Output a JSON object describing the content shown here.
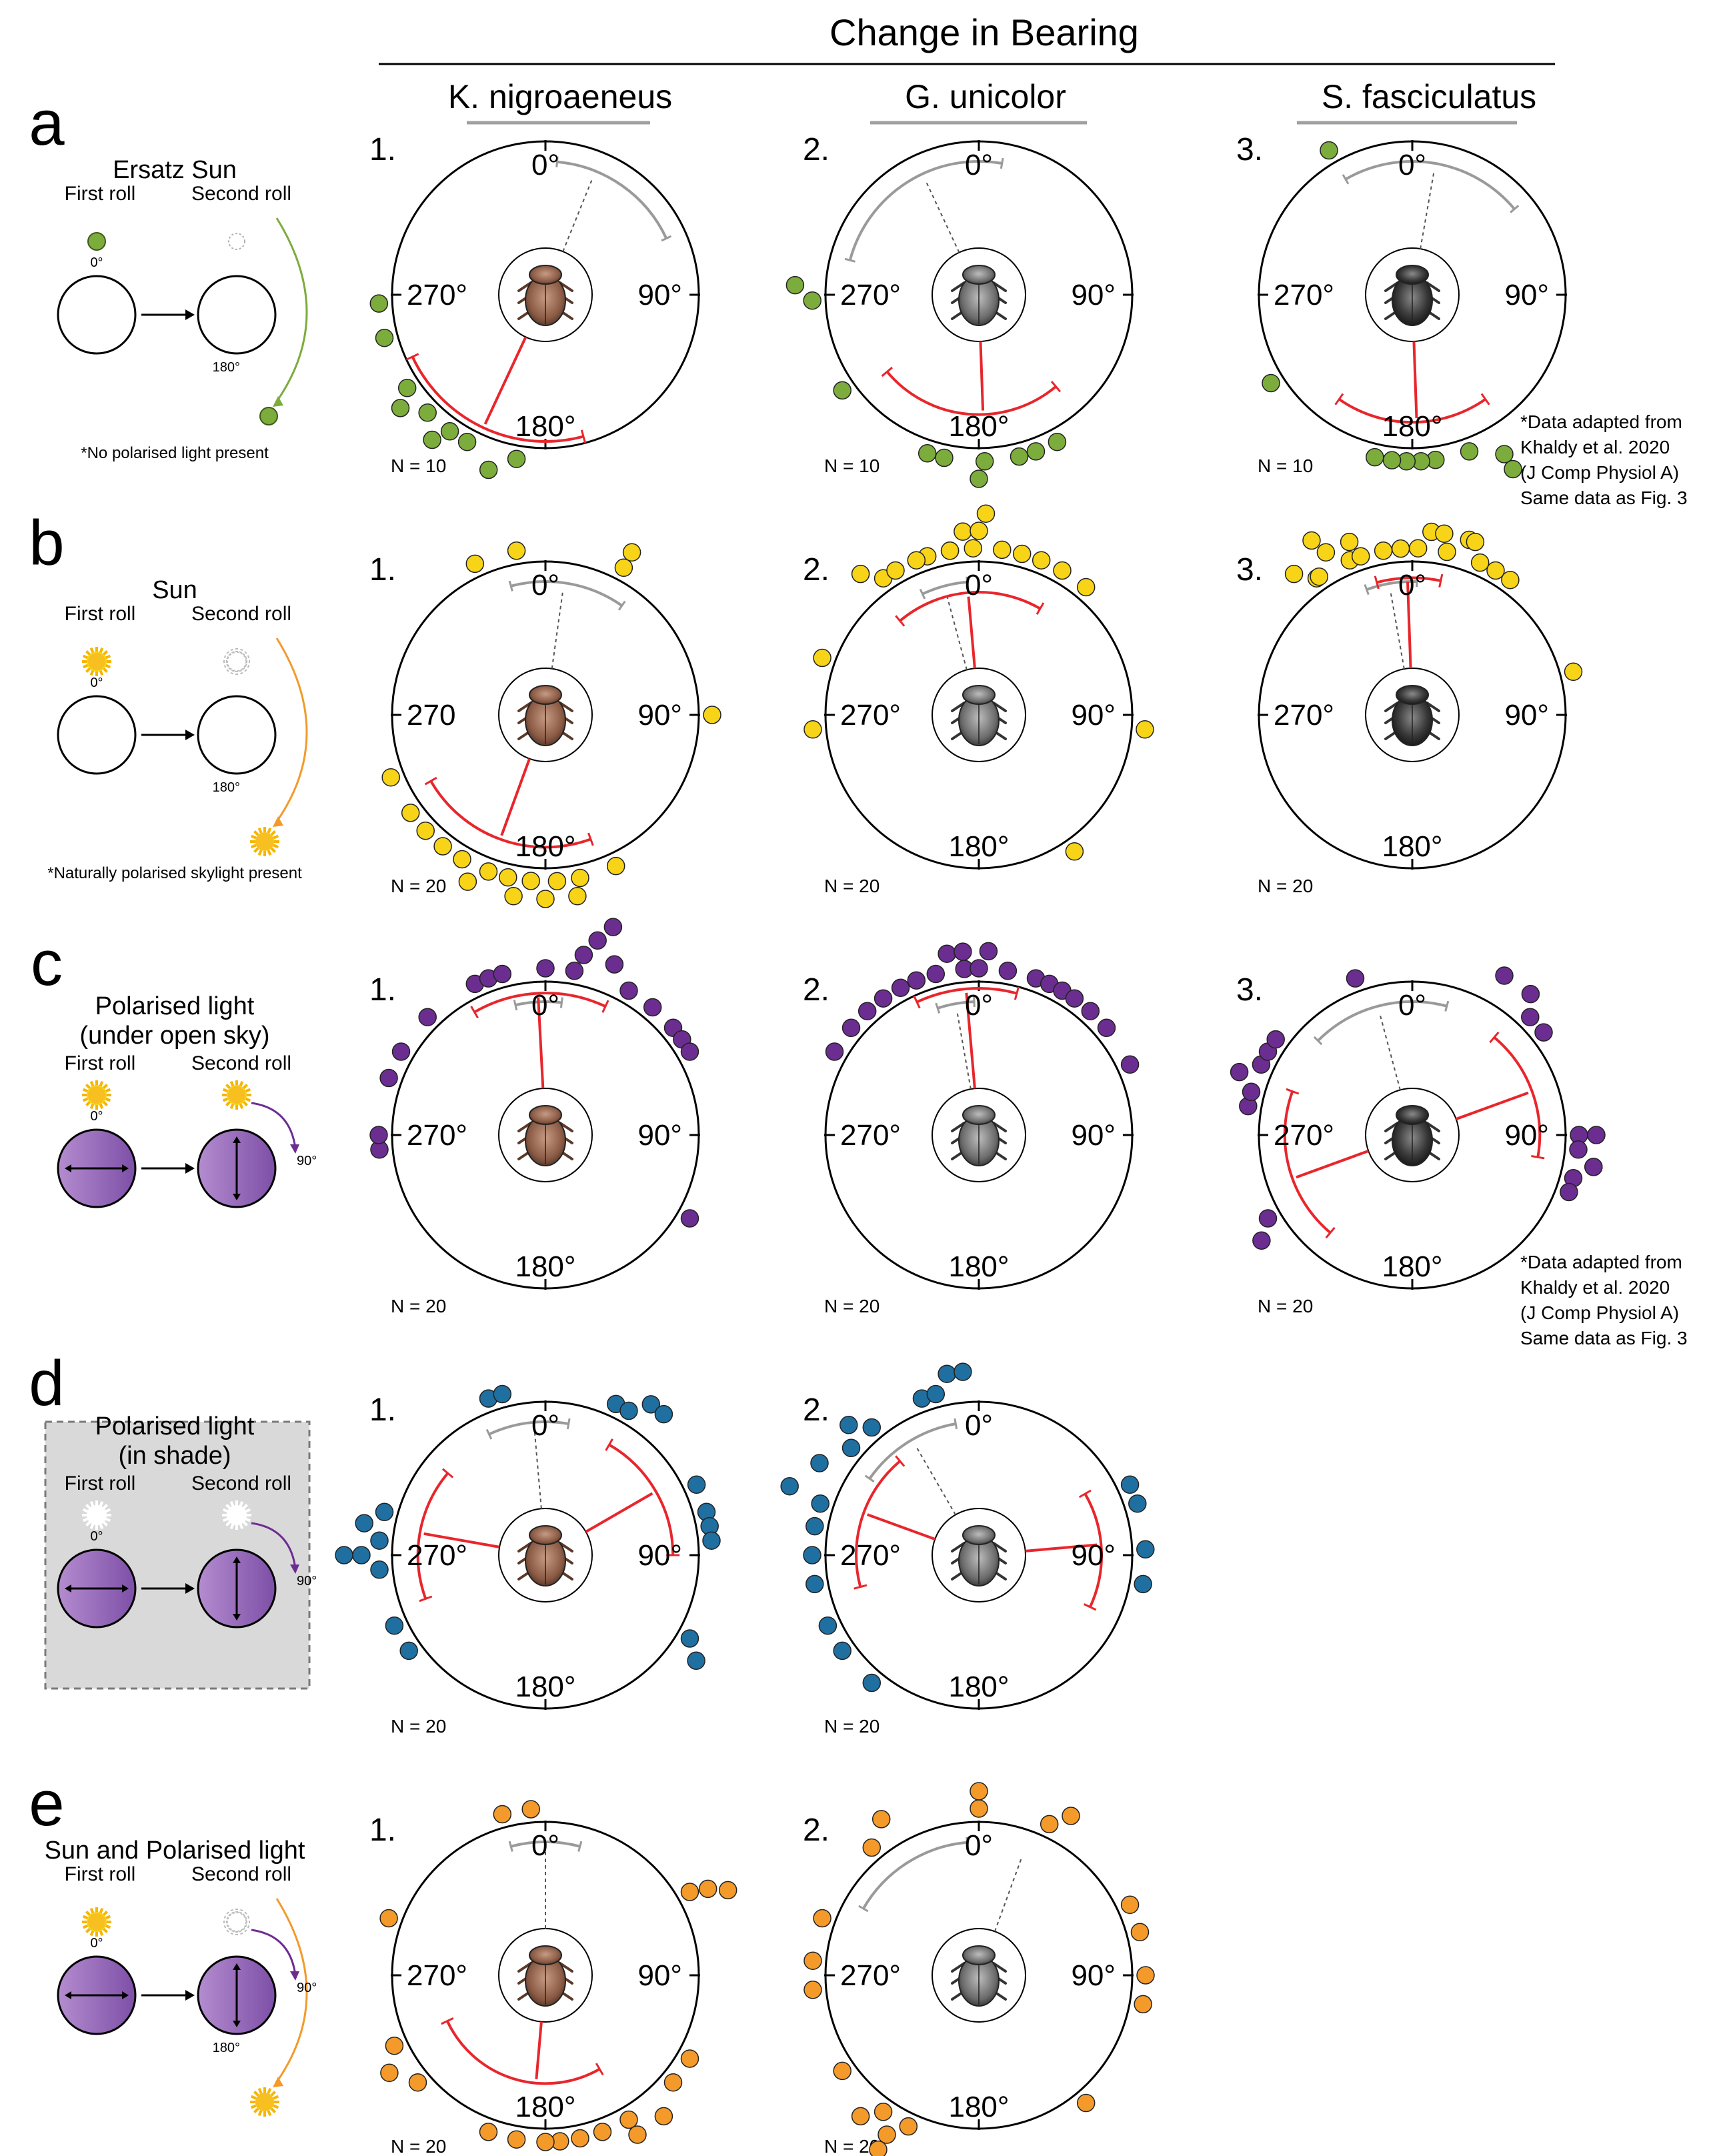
{
  "header": {
    "title": "Change in Bearing"
  },
  "columns": [
    "K. nigroaeneus",
    "G. unicolor",
    "S. fasciculatus"
  ],
  "rows": [
    {
      "label": "a",
      "condition": {
        "title": [
          "Ersatz Sun"
        ],
        "first_roll": "First roll",
        "second_roll": "Second roll",
        "zero": "0°",
        "end_labels": [
          "180°"
        ],
        "note": "*No polarised light present",
        "first_icon": "green-dot-icon",
        "second_icon": "green-dot-icon",
        "polarised": false,
        "shaded": false
      },
      "note": [
        "*Data adapted from",
        "Khaldy et al. 2020",
        "(J Comp Physiol A)",
        "Same data as Fig. 3"
      ]
    },
    {
      "label": "b",
      "condition": {
        "title": [
          "Sun"
        ],
        "first_roll": "First roll",
        "second_roll": "Second roll",
        "zero": "0°",
        "end_labels": [
          "180°"
        ],
        "note": "*Naturally polarised skylight present",
        "first_icon": "sun-icon",
        "second_icon": "sun-icon",
        "polarised": false,
        "shaded": false
      }
    },
    {
      "label": "c",
      "condition": {
        "title": [
          "Polarised light",
          "(under open sky)"
        ],
        "first_roll": "First roll",
        "second_roll": "Second roll",
        "zero": "0°",
        "end_labels": [
          "90°"
        ],
        "first_icon": "sun-icon",
        "second_icon": "sun-icon",
        "polarised": true,
        "shaded": false
      },
      "note": [
        "*Data adapted from",
        "Khaldy et al. 2020",
        "(J Comp Physiol A)",
        "Same data as Fig. 3"
      ]
    },
    {
      "label": "d",
      "condition": {
        "title": [
          "Polarised light",
          "(in shade)"
        ],
        "first_roll": "First roll",
        "second_roll": "Second roll",
        "zero": "0°",
        "end_labels": [
          "90°"
        ],
        "first_icon": "cloud-sun-icon",
        "second_icon": "cloud-sun-icon",
        "polarised": true,
        "shaded": true
      }
    },
    {
      "label": "e",
      "condition": {
        "title": [
          "Sun and Polarised light"
        ],
        "first_roll": "First roll",
        "second_roll": "Second roll",
        "zero": "0°",
        "end_labels": [
          "90°",
          "180°"
        ],
        "first_icon": "sun-icon",
        "second_icon": "sun-icon",
        "polarised": true,
        "shaded": false
      }
    }
  ],
  "colors": {
    "a": "#7cac3b",
    "b": "#f7d417",
    "c": "#6c2d91",
    "d": "#1f6fa1",
    "e": "#f39a2b",
    "mean": "#e8262c",
    "control": "#9a9a9a"
  },
  "chart_data": [
    {
      "type": "scatter",
      "row": "a",
      "species": "K. nigroaeneus",
      "panel": "1.",
      "n": "N = 10",
      "tick_labels": [
        "0°",
        "90°",
        "180°",
        "270°"
      ],
      "bearings_deg": [
        190,
        198,
        208,
        215,
        218,
        225,
        232,
        236,
        255,
        267
      ],
      "stacks": [
        0,
        1,
        0,
        0,
        1,
        0,
        1,
        0,
        0,
        0
      ],
      "mean_deg": 205,
      "r": 0.85,
      "ci_deg": [
        165,
        245
      ],
      "control_mean_deg": 22,
      "control_ci_deg": [
        5,
        65
      ]
    },
    {
      "type": "scatter",
      "row": "a",
      "species": "G. unicolor",
      "panel": "2.",
      "n": "N = 10",
      "tick_labels": [
        "0°",
        "90°",
        "180°",
        "270°"
      ],
      "bearings_deg": [
        152,
        160,
        166,
        178,
        180,
        192,
        198,
        235,
        268,
        273
      ],
      "stacks": [
        0,
        0,
        0,
        0,
        1,
        0,
        0,
        0,
        0,
        1
      ],
      "mean_deg": 178,
      "r": 0.52,
      "ci_deg": [
        140,
        230
      ],
      "control_mean_deg": 335,
      "control_ci_deg": [
        285,
        10
      ]
    },
    {
      "type": "scatter",
      "row": "a",
      "species": "S. fasciculatus",
      "panel": "3.",
      "n": "N = 10",
      "tick_labels": [
        "0°",
        "90°",
        "180°",
        "270°"
      ],
      "bearings_deg": [
        150,
        160,
        172,
        177,
        182,
        187,
        193,
        238,
        330,
        150
      ],
      "stacks": [
        1,
        0,
        0,
        0,
        0,
        0,
        0,
        0,
        0,
        2
      ],
      "mean_deg": 178,
      "r": 0.6,
      "ci_deg": [
        145,
        215
      ],
      "control_mean_deg": 10,
      "control_ci_deg": [
        330,
        50
      ]
    },
    {
      "type": "scatter",
      "row": "b",
      "species": "K. nigroaeneus",
      "panel": "1.",
      "n": "N = 20",
      "tick_labels": [
        "0°",
        "270",
        "90°",
        "180°"
      ],
      "bearings_deg": [
        28,
        90,
        155,
        168,
        170,
        176,
        180,
        185,
        190,
        193,
        200,
        205,
        210,
        218,
        226,
        234,
        248,
        335,
        350,
        28
      ],
      "stacks": [
        0,
        0,
        0,
        0,
        1,
        0,
        1,
        0,
        1,
        0,
        0,
        1,
        0,
        0,
        0,
        0,
        0,
        0,
        0,
        1
      ],
      "mean_deg": 200,
      "r": 0.65,
      "ci_deg": [
        160,
        240
      ],
      "control_mean_deg": 8,
      "control_ci_deg": [
        345,
        35
      ]
    },
    {
      "type": "scatter",
      "row": "b",
      "species": "G. unicolor",
      "panel": "2.",
      "n": "N = 20",
      "tick_labels": [
        "0°",
        "90°",
        "180°",
        "270°"
      ],
      "bearings_deg": [
        342,
        350,
        355,
        358,
        2,
        8,
        15,
        22,
        30,
        40,
        95,
        145,
        320,
        325,
        330,
        338,
        350,
        265,
        290,
        0
      ],
      "stacks": [
        0,
        0,
        1,
        0,
        2,
        0,
        0,
        0,
        0,
        0,
        0,
        0,
        1,
        0,
        0,
        0,
        0,
        0,
        0,
        1
      ],
      "mean_deg": 355,
      "r": 0.55,
      "ci_deg": [
        320,
        30
      ],
      "control_mean_deg": 345,
      "control_ci_deg": [
        335,
        355
      ]
    },
    {
      "type": "scatter",
      "row": "b",
      "species": "S. fasciculatus",
      "panel": "3.",
      "n": "N = 20",
      "tick_labels": [
        "0°",
        "90°",
        "180°",
        "270°"
      ],
      "bearings_deg": [
        320,
        325,
        332,
        338,
        342,
        350,
        356,
        2,
        6,
        12,
        18,
        24,
        30,
        36,
        75,
        330,
        340,
        10,
        20,
        326
      ],
      "stacks": [
        1,
        0,
        1,
        0,
        0,
        0,
        0,
        0,
        1,
        0,
        1,
        0,
        0,
        0,
        0,
        2,
        1,
        1,
        1,
        0
      ],
      "mean_deg": 358,
      "r": 0.7,
      "ci_deg": [
        345,
        12
      ],
      "control_mean_deg": 350,
      "control_ci_deg": [
        340,
        2
      ]
    },
    {
      "type": "scatter",
      "row": "c",
      "species": "K. nigroaeneus",
      "panel": "1.",
      "n": "N = 20",
      "tick_labels": [
        "0°",
        "90°",
        "180°",
        "270°"
      ],
      "bearings_deg": [
        300,
        315,
        335,
        340,
        345,
        360,
        10,
        12,
        15,
        18,
        22,
        30,
        40,
        50,
        55,
        60,
        120,
        265,
        270,
        290
      ],
      "stacks": [
        0,
        0,
        0,
        0,
        0,
        0,
        0,
        1,
        2,
        3,
        1,
        0,
        0,
        0,
        0,
        0,
        0,
        0,
        0,
        0
      ],
      "mean_deg": 357,
      "r": 0.75,
      "ci_deg": [
        330,
        25
      ],
      "control_mean_deg": 357,
      "control_ci_deg": [
        347,
        7
      ]
    },
    {
      "type": "scatter",
      "row": "c",
      "species": "G. unicolor",
      "panel": "2.",
      "n": "N = 20",
      "tick_labels": [
        "0°",
        "90°",
        "180°",
        "270°"
      ],
      "bearings_deg": [
        310,
        318,
        325,
        332,
        338,
        345,
        350,
        355,
        0,
        3,
        10,
        20,
        25,
        30,
        35,
        42,
        50,
        65,
        300,
        355
      ],
      "stacks": [
        0,
        0,
        0,
        0,
        0,
        0,
        1,
        0,
        0,
        1,
        0,
        0,
        0,
        0,
        0,
        0,
        0,
        0,
        0,
        1
      ],
      "mean_deg": 355,
      "r": 0.8,
      "ci_deg": [
        335,
        15
      ],
      "control_mean_deg": 350,
      "control_ci_deg": [
        342,
        358
      ]
    },
    {
      "type": "scatter",
      "row": "c",
      "species": "S. fasciculatus",
      "panel": "3.",
      "n": "N = 20",
      "tick_labels": [
        "0°",
        "90°",
        "180°",
        "270°"
      ],
      "bearings_deg": [
        30,
        40,
        45,
        52,
        90,
        95,
        100,
        105,
        110,
        235,
        240,
        280,
        285,
        295,
        300,
        305,
        340,
        90,
        100,
        290
      ],
      "stacks": [
        1,
        1,
        0,
        0,
        0,
        0,
        1,
        0,
        0,
        1,
        0,
        0,
        0,
        0,
        0,
        0,
        0,
        1,
        1,
        1
      ],
      "mean_deg": [
        70,
        250
      ],
      "r": 0.6,
      "ci_deg": [
        [
          40,
          100
        ],
        [
          220,
          290
        ]
      ],
      "control_mean_deg": 345,
      "control_ci_deg": [
        315,
        15
      ]
    },
    {
      "type": "scatter",
      "row": "d",
      "species": "K. nigroaeneus",
      "panel": "1.",
      "n": "N = 20",
      "tick_labels": [
        "0°",
        "90°",
        "180°",
        "270°"
      ],
      "bearings_deg": [
        25,
        30,
        35,
        40,
        65,
        75,
        80,
        85,
        120,
        125,
        235,
        245,
        265,
        270,
        275,
        280,
        285,
        340,
        345,
        270
      ],
      "stacks": [
        0,
        0,
        1,
        1,
        0,
        0,
        0,
        0,
        0,
        1,
        0,
        0,
        0,
        1,
        0,
        1,
        0,
        0,
        0,
        2
      ],
      "mean_deg": [
        60,
        280
      ],
      "r": 0.6,
      "ci_deg": [
        [
          30,
          90
        ],
        [
          250,
          310
        ]
      ],
      "control_mean_deg": 355,
      "control_ci_deg": [
        335,
        10
      ]
    },
    {
      "type": "scatter",
      "row": "d",
      "species": "G. unicolor",
      "panel": "2.",
      "n": "N = 20",
      "tick_labels": [
        "0°",
        "90°",
        "180°",
        "270°"
      ],
      "bearings_deg": [
        340,
        345,
        350,
        355,
        65,
        72,
        88,
        100,
        220,
        235,
        245,
        260,
        270,
        280,
        288,
        300,
        310,
        315,
        320,
        290
      ],
      "stacks": [
        0,
        0,
        1,
        1,
        0,
        0,
        0,
        0,
        0,
        0,
        0,
        0,
        0,
        0,
        0,
        1,
        0,
        1,
        0,
        2
      ],
      "mean_deg": [
        85,
        290
      ],
      "r": 0.55,
      "ci_deg": [
        [
          60,
          115
        ],
        [
          255,
          320
        ]
      ],
      "control_mean_deg": 330,
      "control_ci_deg": [
        305,
        350
      ]
    },
    {
      "type": "scatter",
      "row": "e",
      "species": "K. nigroaeneus",
      "panel": "1.",
      "n": "N = 20",
      "tick_labels": [
        "0°",
        "90°",
        "180°",
        "270°"
      ],
      "bearings_deg": [
        60,
        62,
        120,
        130,
        140,
        150,
        160,
        168,
        175,
        180,
        190,
        200,
        230,
        238,
        245,
        290,
        345,
        355,
        65,
        150
      ],
      "stacks": [
        0,
        1,
        0,
        0,
        1,
        0,
        0,
        0,
        0,
        0,
        0,
        0,
        0,
        1,
        0,
        0,
        0,
        0,
        2,
        1
      ],
      "mean_deg": 185,
      "r": 0.4,
      "ci_deg": [
        150,
        245
      ],
      "control_mean_deg": 0,
      "control_ci_deg": [
        345,
        15
      ]
    },
    {
      "type": "scatter",
      "row": "e",
      "species": "G. unicolor",
      "panel": "2.",
      "n": "N = 20",
      "tick_labels": [
        "0°",
        "90°",
        "180°",
        "270°"
      ],
      "bearings_deg": [
        0,
        25,
        30,
        65,
        75,
        90,
        100,
        140,
        205,
        210,
        215,
        220,
        235,
        265,
        275,
        290,
        320,
        328,
        0,
        210
      ],
      "stacks": [
        0,
        0,
        1,
        0,
        0,
        0,
        0,
        0,
        0,
        1,
        0,
        1,
        0,
        0,
        0,
        0,
        0,
        1,
        1,
        2
      ],
      "mean_deg": null,
      "r": 0,
      "ci_deg": null,
      "control_mean_deg": 20,
      "control_ci_deg": [
        300,
        355
      ]
    }
  ]
}
